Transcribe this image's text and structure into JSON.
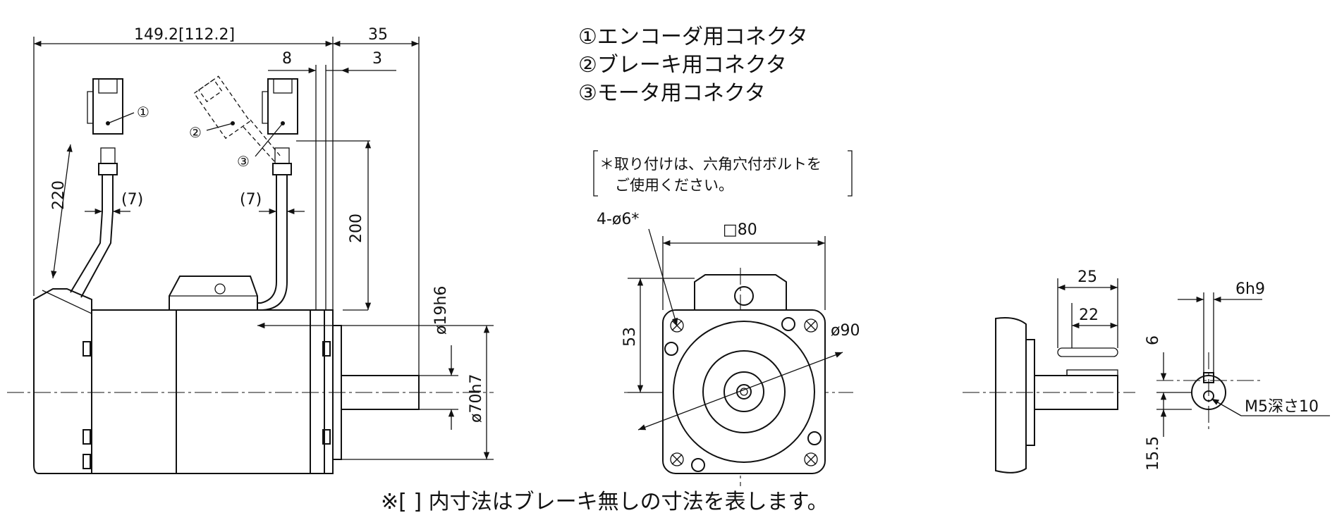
{
  "legend": {
    "items": [
      "①エンコーダ用コネクタ",
      "②ブレーキ用コネクタ",
      "③モータ用コネクタ"
    ]
  },
  "note": {
    "line1": "＊取り付けは、六角穴付ボルトを",
    "line2": "ご使用ください。"
  },
  "footnote": "※[ ] 内寸法はブレーキ無しの寸法を表します。",
  "side_view": {
    "length": "149.2[112.2]",
    "shaft_length": "35",
    "flange_8": "8",
    "flange_3": "3",
    "cable_220": "220",
    "cable_200": "200",
    "cable_dia_left": "(7)",
    "cable_dia_right": "(7)",
    "shaft_dia": "ø19h6",
    "pilot_dia": "ø70h7",
    "marker_1": "①",
    "marker_2": "②",
    "marker_3": "③"
  },
  "front_view": {
    "bolt_holes": "4-ø6*",
    "square": "□80",
    "height_53": "53",
    "pcd": "ø90"
  },
  "shaft_detail": {
    "key_25": "25",
    "key_22": "22",
    "key_width": "6h9",
    "dim_6": "6",
    "dim_15_5": "15.5",
    "tap": "M5深さ10"
  }
}
